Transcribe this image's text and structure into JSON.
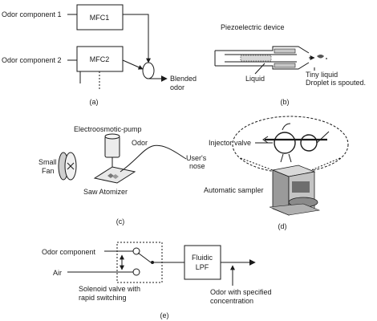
{
  "panel_a": {
    "odor_1": "Odor component 1",
    "odor_2": "Odor component 2",
    "mfc1": "MFC1",
    "mfc2": "MFC2",
    "output_line1": "Blended",
    "output_line2": "odor",
    "caption": "(a)"
  },
  "panel_b": {
    "title": "Piezoelectric device",
    "liquid": "Liquid",
    "droplet_line1": "Tiny liquid",
    "droplet_line2": "Droplet is spouted.",
    "caption": "(b)"
  },
  "panel_c": {
    "pump": "Electroosmotic-pump",
    "fan_line1": "Small",
    "fan_line2": "Fan",
    "odor": "Odor",
    "nose_line1": "User's",
    "nose_line2": "nose",
    "atomizer": "Saw Atomizer",
    "caption": "(c)"
  },
  "panel_d": {
    "injector": "Injector valve",
    "sampler": "Automatic sampler",
    "caption": "(d)"
  },
  "panel_e": {
    "odor_component": "Odor component",
    "air": "Air",
    "lpf_line1": "Fluidic",
    "lpf_line2": "LPF",
    "valve_line1": "Solenoid valve with",
    "valve_line2": "rapid switching",
    "out_line1": "Odor with specified",
    "out_line2": "concentration",
    "caption": "(e)"
  }
}
